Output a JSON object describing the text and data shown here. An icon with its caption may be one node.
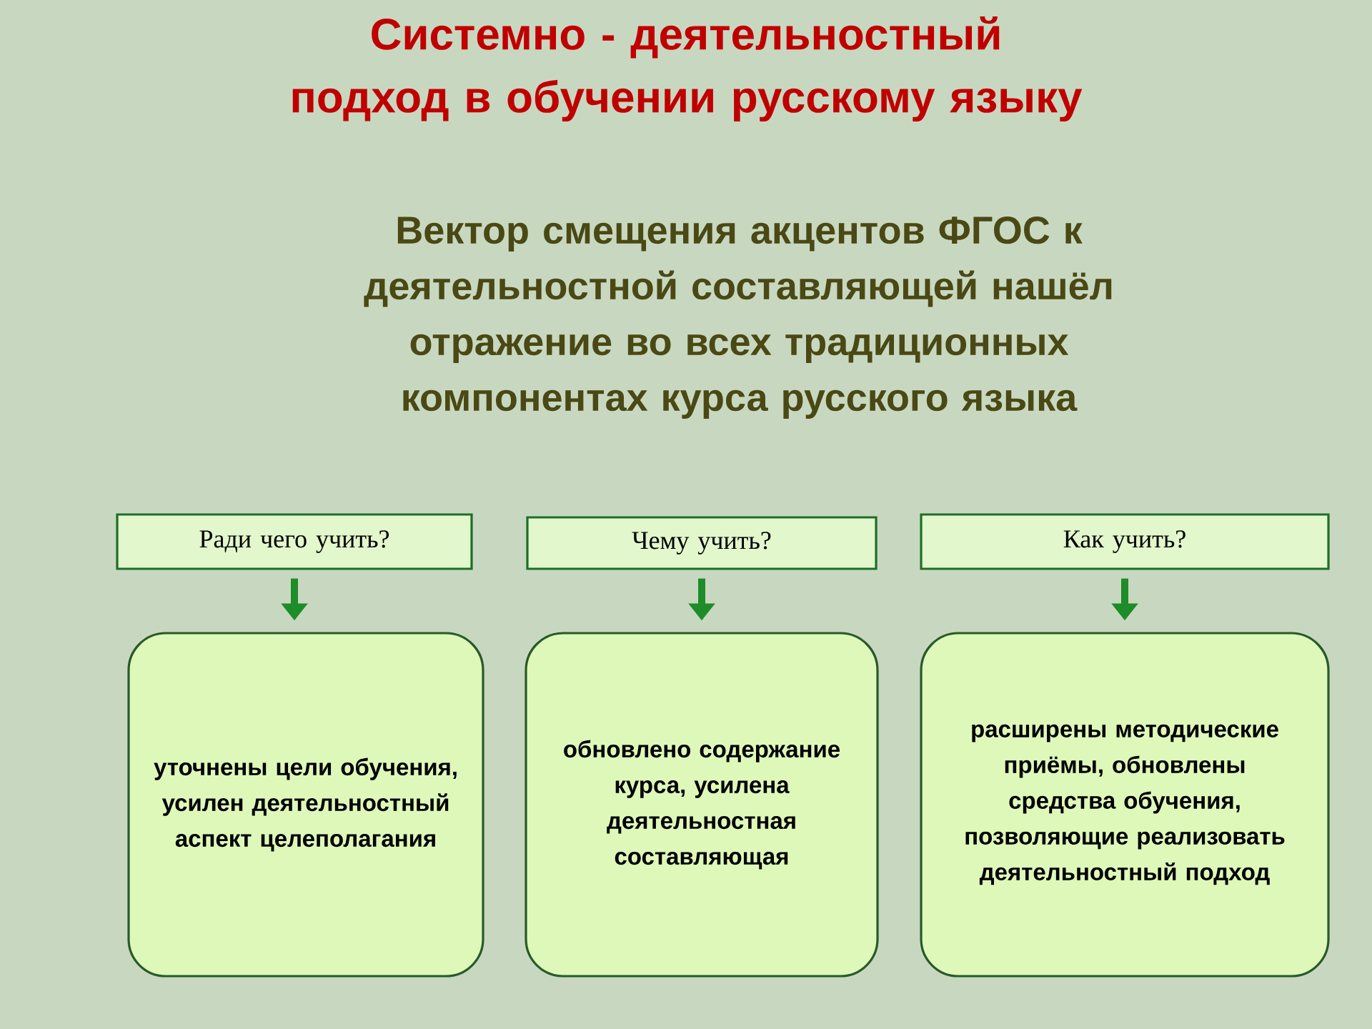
{
  "diagram": {
    "title": "Системно - деятельностный подход в обучении русскому языку",
    "nodes": [
      {
        "text": [
          "Ради чего учить?"
        ]
      },
      {
        "text": [
          "Чему учить?"
        ]
      },
      {
        "text": [
          "Как учить?"
        ]
      },
      {
        "text": [
          "уточнены цели обучения, усилен деятельностный аспект целеполагания"
        ]
      },
      {
        "text": [
          "обновлено содержание курса, усилена деятельностная составляющая"
        ]
      },
      {
        "text": [
          "расширены методические приёмы, обновлены средства обучения, позволяющие реализовать деятельностный подход"
        ]
      }
    ],
    "edges": [
      {
        "from": 0,
        "to": 3,
        "arrow": "to"
      },
      {
        "from": 1,
        "to": 4,
        "arrow": "to"
      },
      {
        "from": 2,
        "to": 5,
        "arrow": "to"
      }
    ],
    "labels": [
      "Вектор смещения акцентов ФГОС к деятельностной составляющей нашёл отражение во всех традиционных компонентах курса русского языка"
    ]
  }
}
